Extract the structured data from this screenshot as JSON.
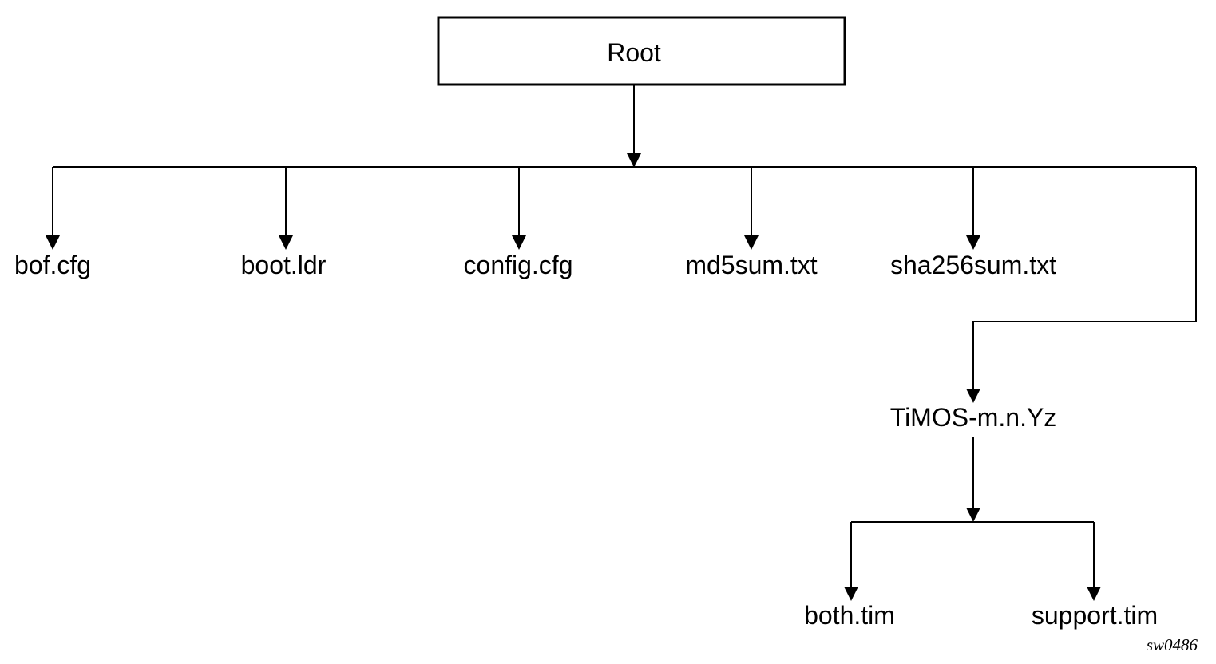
{
  "root": {
    "label": "Root"
  },
  "files": [
    {
      "label": "bof.cfg"
    },
    {
      "label": "boot.ldr"
    },
    {
      "label": "config.cfg"
    },
    {
      "label": "md5sum.txt"
    },
    {
      "label": "sha256sum.txt"
    }
  ],
  "folder": {
    "label": "TiMOS-m.n.Yz",
    "children": [
      {
        "label": "both.tim"
      },
      {
        "label": "support.tim"
      }
    ]
  },
  "figure_id": "sw0486"
}
